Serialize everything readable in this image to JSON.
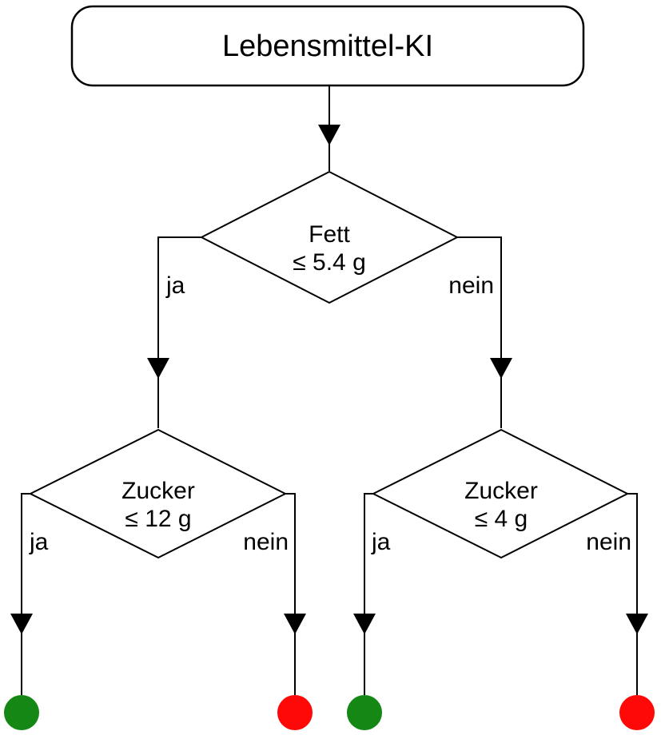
{
  "tree": {
    "root": {
      "label": "Lebensmittel-KI"
    },
    "decisions": [
      {
        "attribute": "Fett",
        "condition": "≤ 5.4 g",
        "yes_label": "ja",
        "no_label": "nein"
      },
      {
        "attribute": "Zucker",
        "condition": "≤ 12 g",
        "yes_label": "ja",
        "no_label": "nein"
      },
      {
        "attribute": "Zucker",
        "condition": "≤ 4 g",
        "yes_label": "ja",
        "no_label": "nein"
      }
    ],
    "leaves": [
      {
        "color": "#148714"
      },
      {
        "color": "#fe0808"
      },
      {
        "color": "#148714"
      },
      {
        "color": "#fe0808"
      }
    ],
    "colors": {
      "line": "#000000",
      "node_fill": "#ffffff",
      "green": "#148714",
      "red": "#fe0808"
    }
  }
}
